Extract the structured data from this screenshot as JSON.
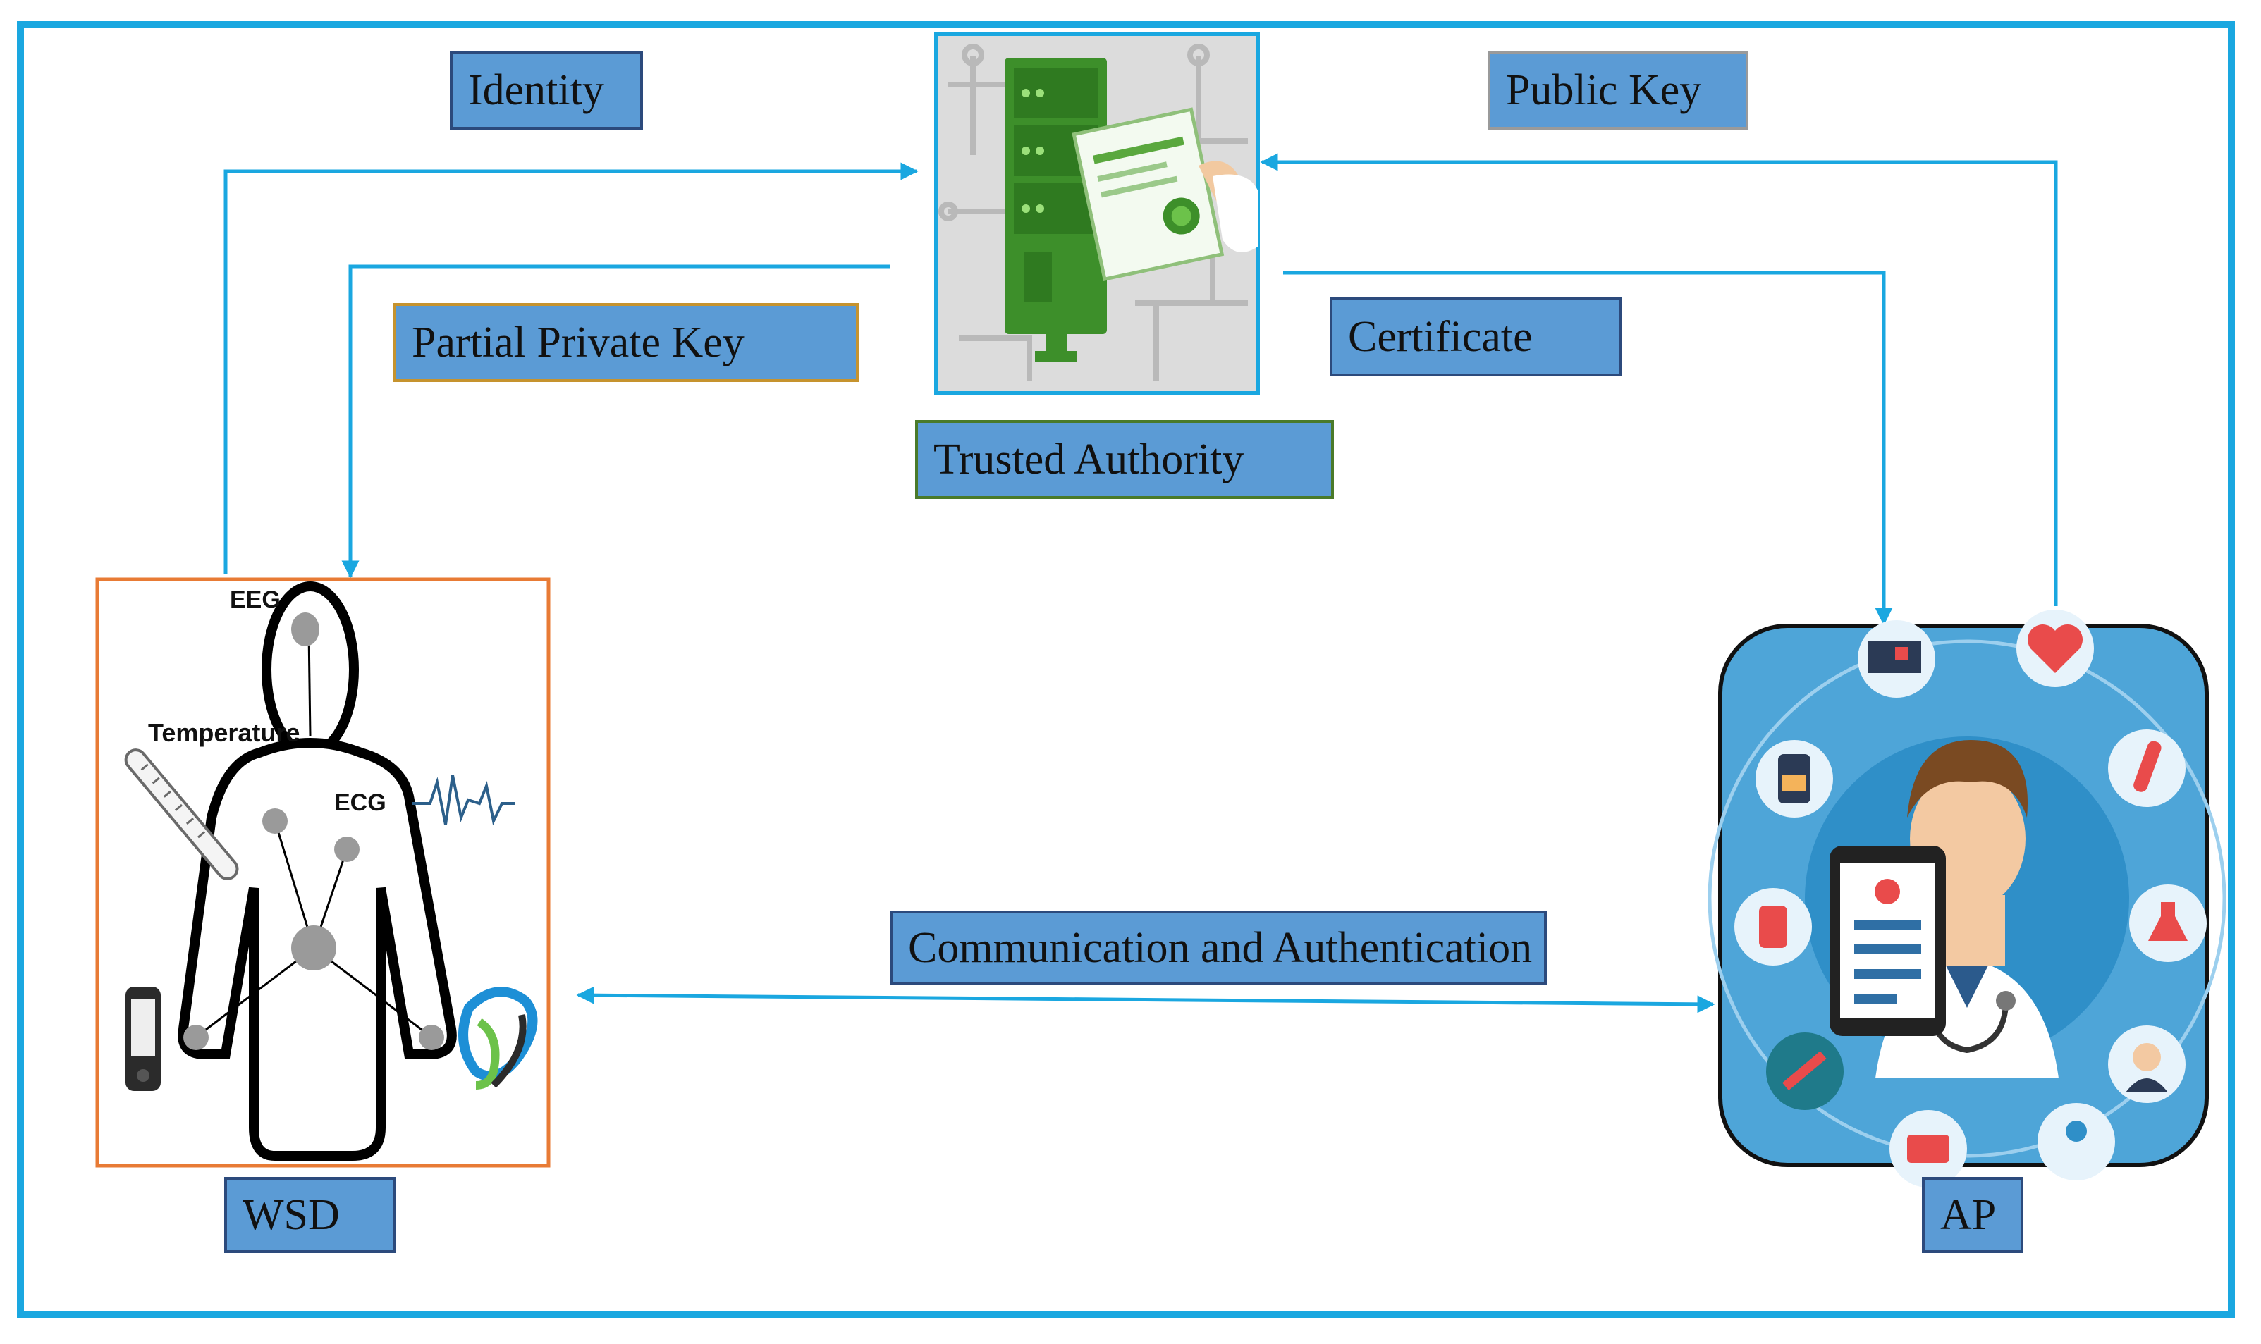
{
  "labels": {
    "identity": "Identity",
    "public_key": "Public Key",
    "partial_private_key": "Partial Private Key",
    "certificate": "Certificate",
    "trusted_authority": "Trusted Authority",
    "communication": "Communication and Authentication",
    "wsd": "WSD",
    "ap": "AP"
  },
  "sensors": {
    "eeg": "EEG",
    "temperature": "Temperature",
    "ecg": "ECG"
  },
  "icons": [
    "server-certificate-icon",
    "body-sensor-icon",
    "doctor-tablet-icon",
    "ambulance-icon",
    "heart-icon",
    "medicine-bottle-icon",
    "test-tube-icon",
    "blood-bag-icon",
    "flask-icon",
    "syringe-icon",
    "nurse-icon",
    "first-aid-kit-icon",
    "patient-icon",
    "ecg-wave-icon",
    "thermometer-icon",
    "phone-icon",
    "wristband-icon"
  ],
  "colors": {
    "frame": "#1aa7e0",
    "arrow": "#1aa7e0",
    "label_fill": "#5b9bd5",
    "server_green": "#3d8f2a",
    "wsd_border": "#e87b35"
  }
}
